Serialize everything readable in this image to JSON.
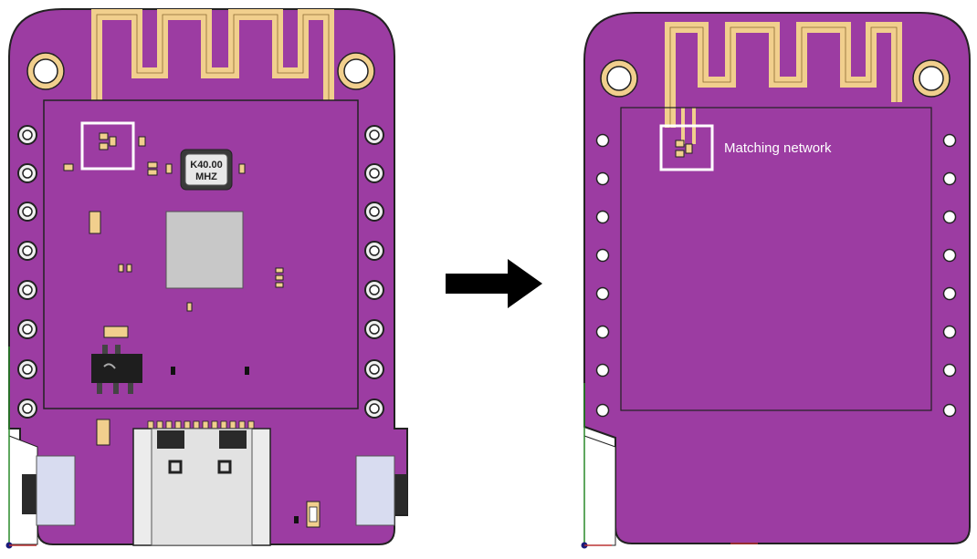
{
  "colors": {
    "pcb": "#9c3ca2",
    "pcb_edge": "#7a2a80",
    "gold": "#f1cf8d",
    "outline": "#222222",
    "highlight": "#ffffff",
    "arrow": "#000000"
  },
  "left_board": {
    "crystal_line1": "K40.00",
    "crystal_line2": "MHZ"
  },
  "right_board": {
    "annotation": "Matching network"
  },
  "arrow": {
    "icon": "right-arrow-icon"
  }
}
